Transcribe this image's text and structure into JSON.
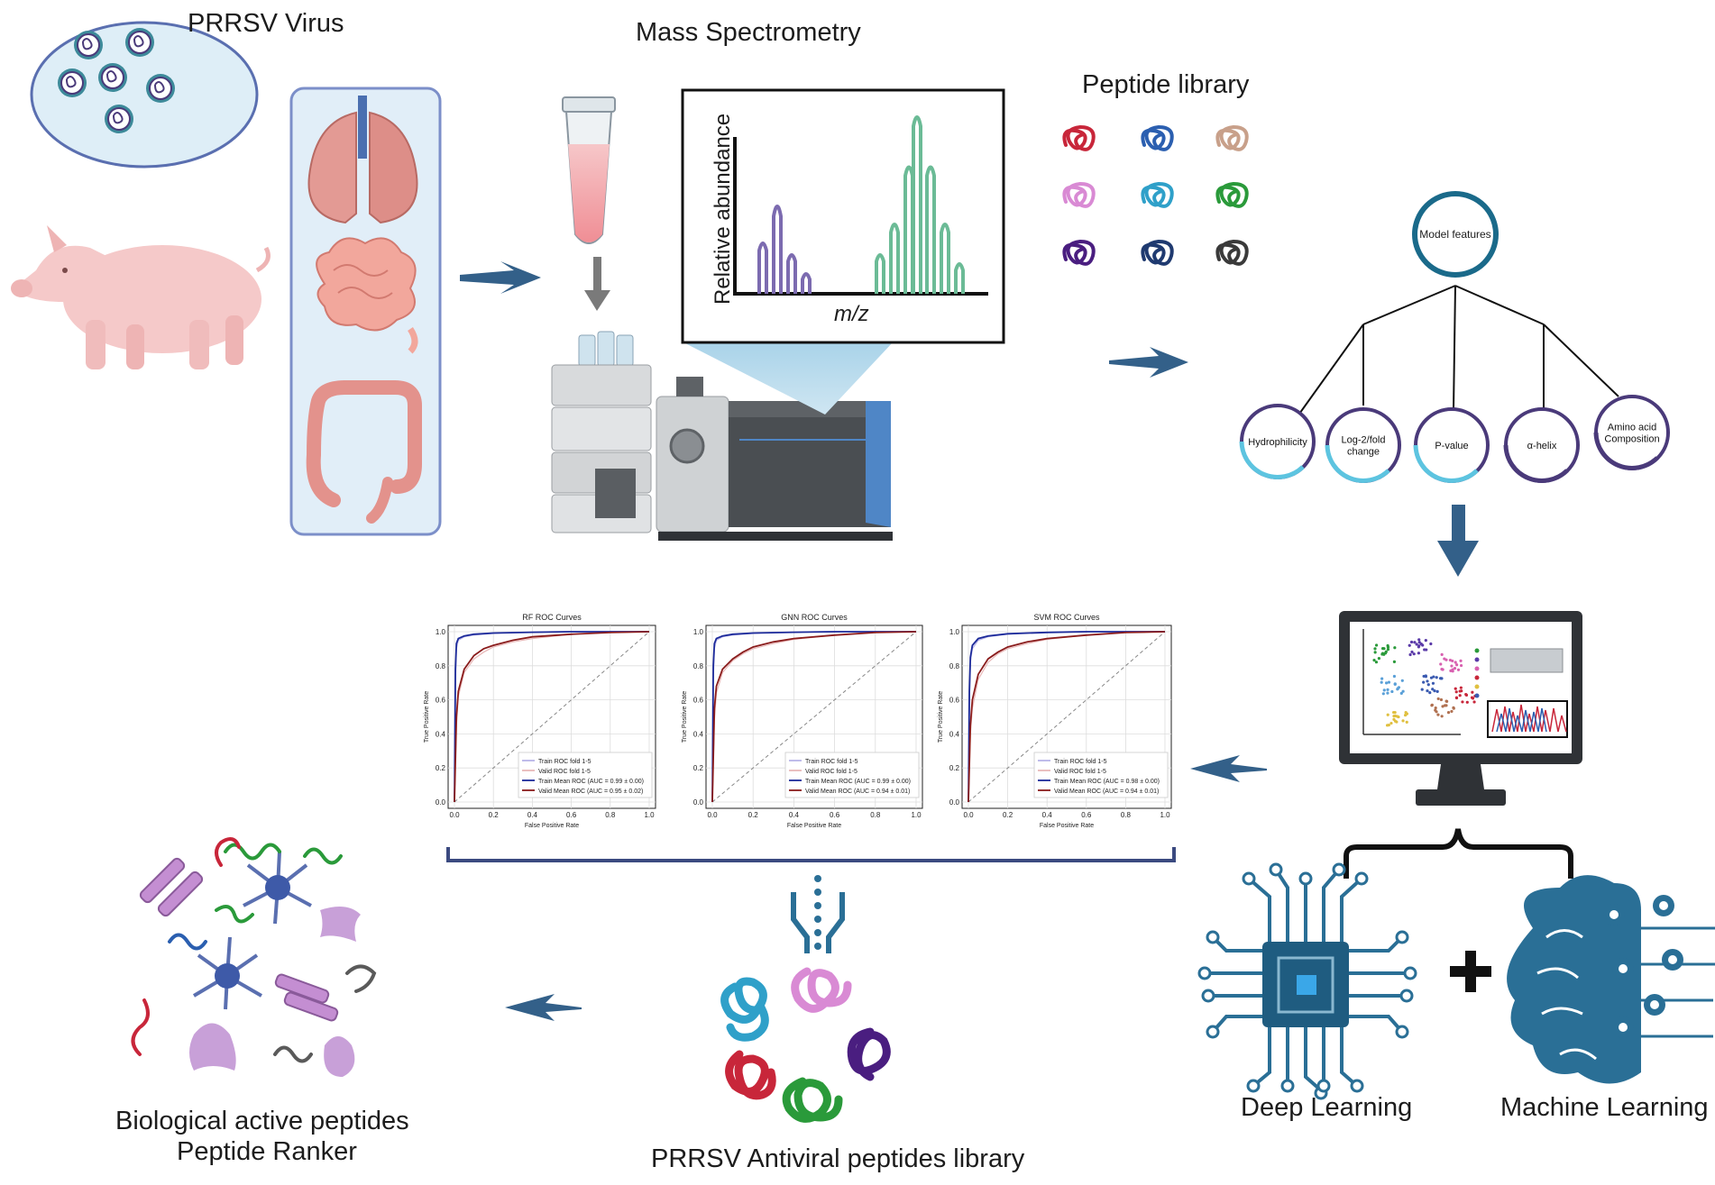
{
  "labels": {
    "virus": "PRRSV Virus",
    "mass_spec": "Mass Spectrometry",
    "peptide_library": "Peptide library",
    "y_axis": "Relative abundance",
    "x_axis": "m/z",
    "model_features": "Model features",
    "deep_learning": "Deep Learning",
    "machine_learning": "Machine Learning",
    "antiviral_library": "PRRSV Antiviral peptides library",
    "bio_active_line1": "Biological active peptides",
    "bio_active_line2": "Peptide Ranker"
  },
  "features": [
    {
      "label": "Hydrophilicity",
      "label2": "",
      "color": "#5dc4e0"
    },
    {
      "label": "Log-2/fold",
      "label2": "change",
      "color": "#5dc4e0"
    },
    {
      "label": "P-value",
      "label2": "",
      "color": "#5dc4e0"
    },
    {
      "label": "α-helix",
      "label2": "",
      "color": "#4a3a7a"
    },
    {
      "label": "Amino acid",
      "label2": "Composition",
      "color": "#4a3a7a"
    }
  ],
  "peptide_colors": [
    "#c8263a",
    "#2b5fb0",
    "#c8a08a",
    "#d98ad4",
    "#2fa0c9",
    "#2a9a3a",
    "#4a1e80",
    "#1f3a70",
    "#3a3a3a"
  ],
  "colors": {
    "arrow": "#336089",
    "panel_border": "#7c8fc9",
    "brace": "#3b4a80"
  },
  "chart_data": [
    {
      "type": "line",
      "title": "RF ROC Curves",
      "xlabel": "False Positive Rate",
      "ylabel": "True Positive Rate",
      "xlim": [
        0,
        1
      ],
      "ylim": [
        0,
        1
      ],
      "ticks": [
        "0.0",
        "0.2",
        "0.4",
        "0.6",
        "0.8",
        "1.0"
      ],
      "grid": true,
      "legend_position": "lower-right",
      "series": [
        {
          "name": "Train ROC fold 1-5",
          "x": [
            0,
            0.005,
            0.01,
            0.02,
            0.05,
            0.1,
            0.2,
            0.3,
            0.5,
            1.0
          ],
          "y": [
            0,
            0.7,
            0.9,
            0.95,
            0.97,
            0.98,
            0.99,
            0.995,
            1.0,
            1.0
          ]
        },
        {
          "name": "Valid ROC fold 1-5",
          "x": [
            0,
            0.01,
            0.02,
            0.05,
            0.1,
            0.15,
            0.2,
            0.3,
            0.4,
            0.6,
            0.8,
            1.0
          ],
          "y": [
            0,
            0.45,
            0.62,
            0.76,
            0.84,
            0.88,
            0.91,
            0.94,
            0.96,
            0.985,
            0.995,
            1.0
          ]
        },
        {
          "name": "Train Mean ROC (AUC = 0.99 ± 0.00)",
          "x": [
            0,
            0.005,
            0.01,
            0.02,
            0.05,
            0.1,
            0.2,
            0.4,
            0.6,
            1.0
          ],
          "y": [
            0,
            0.78,
            0.93,
            0.96,
            0.975,
            0.985,
            0.992,
            0.997,
            1.0,
            1.0
          ]
        },
        {
          "name": "Valid Mean ROC (AUC = 0.95 ± 0.02)",
          "x": [
            0,
            0.01,
            0.02,
            0.05,
            0.1,
            0.15,
            0.2,
            0.3,
            0.4,
            0.6,
            0.8,
            1.0
          ],
          "y": [
            0,
            0.5,
            0.65,
            0.78,
            0.86,
            0.9,
            0.92,
            0.95,
            0.97,
            0.985,
            0.995,
            1.0
          ]
        }
      ],
      "colors": [
        "#b8b4e8",
        "#e8b8b8",
        "#1c2a9a",
        "#8a1c1c"
      ]
    },
    {
      "type": "line",
      "title": "GNN ROC Curves",
      "xlabel": "False Positive Rate",
      "ylabel": "True Positive Rate",
      "xlim": [
        0,
        1
      ],
      "ylim": [
        0,
        1
      ],
      "ticks": [
        "0.0",
        "0.2",
        "0.4",
        "0.6",
        "0.8",
        "1.0"
      ],
      "grid": true,
      "legend_position": "lower-right",
      "series": [
        {
          "name": "Train ROC fold 1-5",
          "x": [
            0,
            0.005,
            0.01,
            0.02,
            0.05,
            0.1,
            0.2,
            0.3,
            0.5,
            1.0
          ],
          "y": [
            0,
            0.72,
            0.9,
            0.95,
            0.97,
            0.98,
            0.99,
            0.995,
            1.0,
            1.0
          ]
        },
        {
          "name": "Valid ROC fold 1-5",
          "x": [
            0,
            0.01,
            0.02,
            0.05,
            0.1,
            0.15,
            0.2,
            0.3,
            0.4,
            0.6,
            0.8,
            1.0
          ],
          "y": [
            0,
            0.48,
            0.64,
            0.76,
            0.83,
            0.87,
            0.9,
            0.93,
            0.955,
            0.98,
            0.995,
            1.0
          ]
        },
        {
          "name": "Train Mean ROC (AUC = 0.99 ± 0.00)",
          "x": [
            0,
            0.005,
            0.01,
            0.02,
            0.05,
            0.1,
            0.2,
            0.4,
            0.6,
            1.0
          ],
          "y": [
            0,
            0.8,
            0.93,
            0.96,
            0.975,
            0.985,
            0.992,
            0.997,
            1.0,
            1.0
          ]
        },
        {
          "name": "Valid Mean ROC (AUC = 0.94 ± 0.01)",
          "x": [
            0,
            0.01,
            0.02,
            0.05,
            0.1,
            0.15,
            0.2,
            0.3,
            0.4,
            0.6,
            0.8,
            1.0
          ],
          "y": [
            0,
            0.55,
            0.68,
            0.78,
            0.84,
            0.88,
            0.91,
            0.94,
            0.96,
            0.98,
            0.995,
            1.0
          ]
        }
      ],
      "colors": [
        "#b8b4e8",
        "#e8b8b8",
        "#1c2a9a",
        "#8a1c1c"
      ]
    },
    {
      "type": "line",
      "title": "SVM ROC Curves",
      "xlabel": "False Positive Rate",
      "ylabel": "True Positive Rate",
      "xlim": [
        0,
        1
      ],
      "ylim": [
        0,
        1
      ],
      "ticks": [
        "0.0",
        "0.2",
        "0.4",
        "0.6",
        "0.8",
        "1.0"
      ],
      "grid": true,
      "legend_position": "lower-right",
      "series": [
        {
          "name": "Train ROC fold 1-5",
          "x": [
            0,
            0.005,
            0.01,
            0.02,
            0.05,
            0.1,
            0.2,
            0.3,
            0.5,
            1.0
          ],
          "y": [
            0,
            0.6,
            0.82,
            0.9,
            0.95,
            0.97,
            0.985,
            0.993,
            1.0,
            1.0
          ]
        },
        {
          "name": "Valid ROC fold 1-5",
          "x": [
            0,
            0.01,
            0.02,
            0.05,
            0.1,
            0.15,
            0.2,
            0.3,
            0.4,
            0.6,
            0.8,
            1.0
          ],
          "y": [
            0,
            0.4,
            0.55,
            0.72,
            0.82,
            0.87,
            0.9,
            0.93,
            0.955,
            0.98,
            0.995,
            1.0
          ]
        },
        {
          "name": "Train Mean ROC (AUC = 0.98 ± 0.00)",
          "x": [
            0,
            0.005,
            0.01,
            0.02,
            0.05,
            0.1,
            0.2,
            0.4,
            0.6,
            1.0
          ],
          "y": [
            0,
            0.65,
            0.85,
            0.92,
            0.96,
            0.975,
            0.988,
            0.996,
            1.0,
            1.0
          ]
        },
        {
          "name": "Valid Mean ROC (AUC = 0.94 ± 0.01)",
          "x": [
            0,
            0.01,
            0.02,
            0.05,
            0.1,
            0.15,
            0.2,
            0.3,
            0.4,
            0.6,
            0.8,
            1.0
          ],
          "y": [
            0,
            0.45,
            0.6,
            0.75,
            0.84,
            0.88,
            0.91,
            0.94,
            0.96,
            0.98,
            0.995,
            1.0
          ]
        }
      ],
      "colors": [
        "#b8b4e8",
        "#e8b8b8",
        "#1c2a9a",
        "#8a1c1c"
      ]
    }
  ]
}
